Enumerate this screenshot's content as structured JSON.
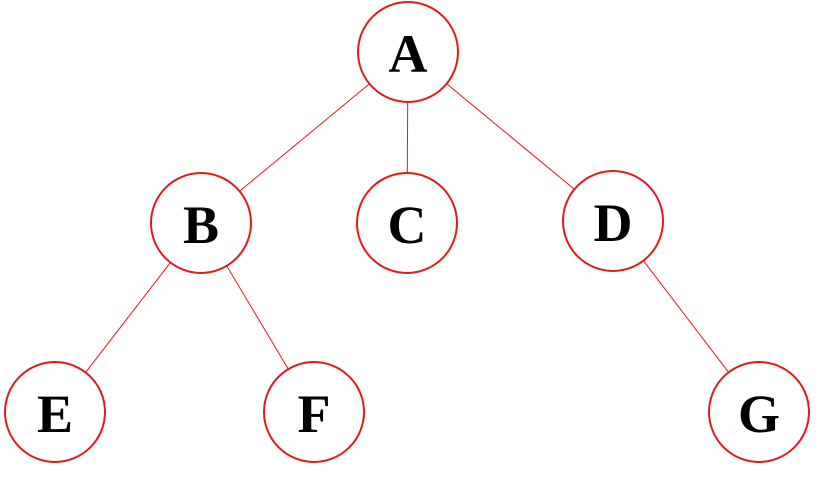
{
  "diagram": {
    "type": "tree",
    "colors": {
      "node_stroke": "#e11b1b",
      "edge": "#e11b1b",
      "label": "#000000",
      "background": "#ffffff"
    },
    "nodes": [
      {
        "id": "A",
        "label": "A"
      },
      {
        "id": "B",
        "label": "B"
      },
      {
        "id": "C",
        "label": "C"
      },
      {
        "id": "D",
        "label": "D"
      },
      {
        "id": "E",
        "label": "E"
      },
      {
        "id": "F",
        "label": "F"
      },
      {
        "id": "G",
        "label": "G"
      }
    ],
    "edges": [
      {
        "from": "A",
        "to": "B"
      },
      {
        "from": "A",
        "to": "C"
      },
      {
        "from": "A",
        "to": "D"
      },
      {
        "from": "B",
        "to": "E"
      },
      {
        "from": "B",
        "to": "F"
      },
      {
        "from": "D",
        "to": "G"
      }
    ]
  }
}
